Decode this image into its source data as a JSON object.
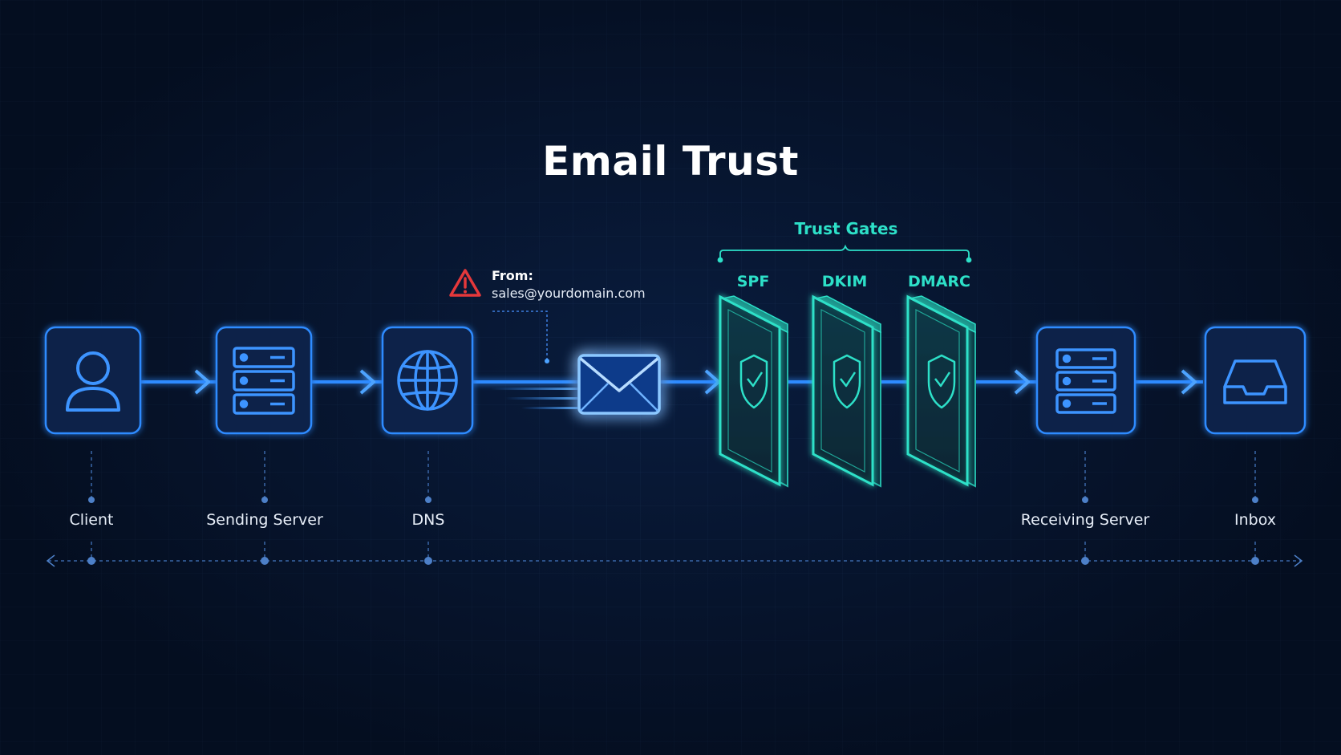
{
  "title": "Email Trust",
  "nodes": [
    {
      "label": "Client",
      "icon": "user-icon"
    },
    {
      "label": "Sending Server",
      "icon": "server-icon"
    },
    {
      "label": "DNS",
      "icon": "globe-icon"
    },
    {
      "label": "Receiving Server",
      "icon": "server-icon"
    },
    {
      "label": "Inbox",
      "icon": "inbox-icon"
    }
  ],
  "trust_gates": {
    "title": "Trust Gates",
    "gates": [
      "SPF",
      "DKIM",
      "DMARC"
    ],
    "icon": "shield-check-icon"
  },
  "message": {
    "from_label": "From:",
    "from_address": "sales@yourdomain.com",
    "warning_icon": "warning-icon",
    "envelope_icon": "envelope-icon"
  },
  "colors": {
    "background": "#06132a",
    "accent_blue": "#2f8bff",
    "gate_teal": "#2de0c8",
    "warning_red": "#e5383b"
  }
}
